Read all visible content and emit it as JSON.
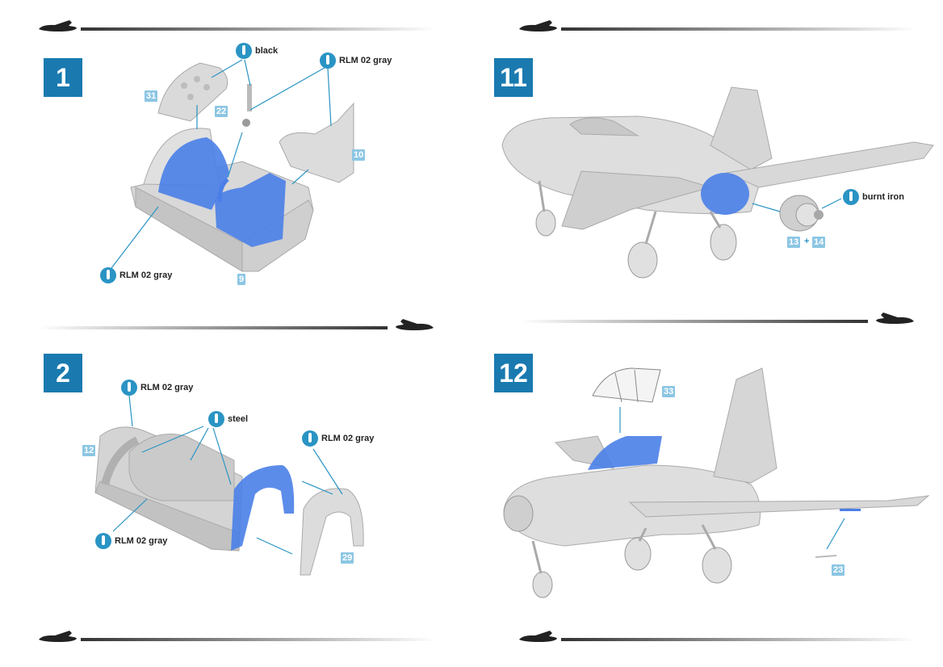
{
  "steps": {
    "s1": {
      "number": "1"
    },
    "s2": {
      "number": "2"
    },
    "s11": {
      "number": "11"
    },
    "s12": {
      "number": "12"
    }
  },
  "paints": {
    "s1_black": "black",
    "s1_rlm_top": "RLM 02 gray",
    "s1_rlm_bottom": "RLM 02 gray",
    "s2_rlm_top": "RLM 02 gray",
    "s2_steel": "steel",
    "s2_rlm_right": "RLM 02 gray",
    "s2_rlm_bottom": "RLM 02 gray",
    "s11_burnt_iron": "burnt iron"
  },
  "parts": {
    "p31": "31",
    "p22": "22",
    "p10": "10",
    "p9": "9",
    "p12": "12",
    "p29": "29",
    "p13": "13",
    "plus": "+",
    "p14": "14",
    "p33": "33",
    "p23": "23"
  },
  "colors": {
    "step_box": "#1a7ab0",
    "paint_icon": "#2a94c4",
    "part_label": "#8cc6e3",
    "highlight": "#4a7fe8",
    "part_gray": "#d4d4d4"
  }
}
